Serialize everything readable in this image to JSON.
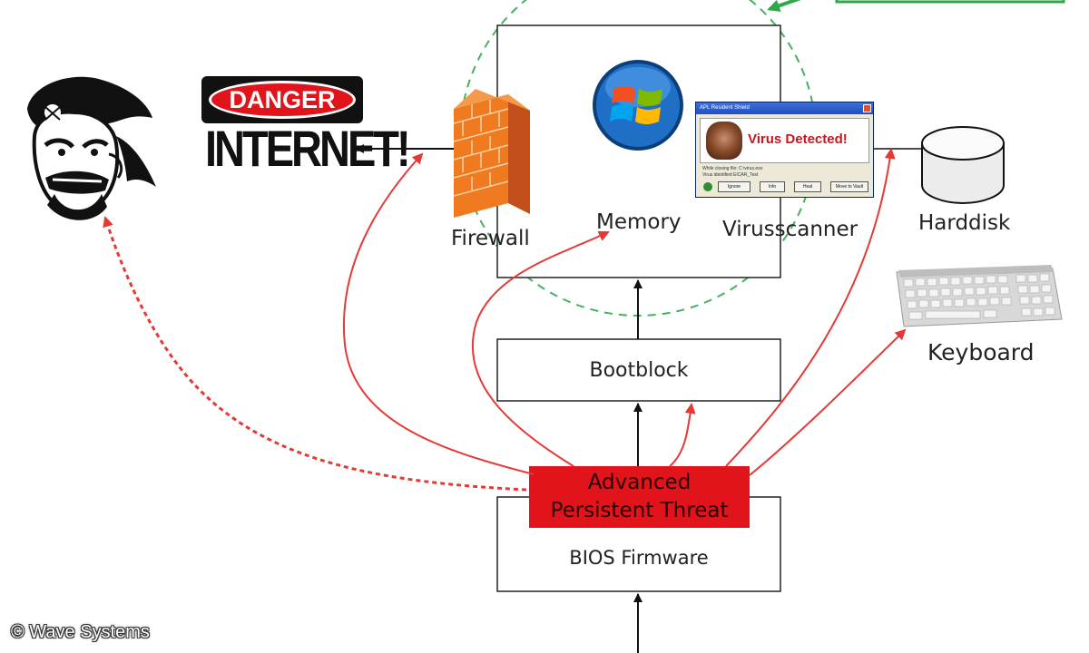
{
  "labels": {
    "danger": "DANGER",
    "internet": "INTERNET!",
    "firewall": "Firewall",
    "memory": "Memory",
    "virusscanner": "Virusscanner",
    "harddisk": "Harddisk",
    "keyboard": "Keyboard",
    "bootblock": "Bootblock",
    "apt_line1": "Advanced",
    "apt_line2": "Persistent Threat",
    "bios": "BIOS Firmware",
    "copyright": "© Wave Systems"
  },
  "virus_dialog": {
    "title": "APL Resident Shield",
    "heading": "Virus Detected!",
    "line1": "While closing file: C:\\virus.exe",
    "line2": "Virus identified EICAR_Test",
    "buttons": [
      "Ignore",
      "Info",
      "Heal",
      "Move to Vault"
    ]
  },
  "icons": {
    "pirate": "pirate-skull-icon",
    "firewall": "brick-wall-icon",
    "windows": "windows-logo-icon",
    "harddisk": "disk-cylinder-icon",
    "keyboard": "keyboard-icon"
  },
  "colors": {
    "threat_fill": "#e0141a",
    "threat_arrows": "#e53935",
    "trusted_circle": "#44b160",
    "box_border": "#222222"
  }
}
